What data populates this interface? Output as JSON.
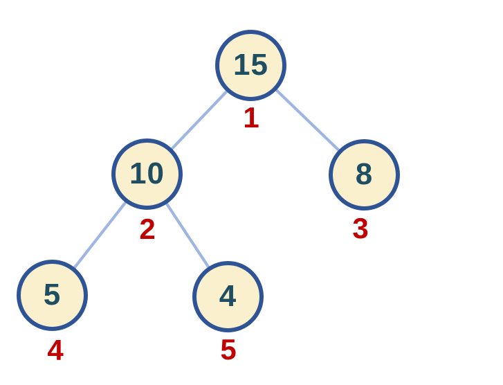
{
  "diagram": {
    "type": "binary-tree",
    "nodes": [
      {
        "value": "15",
        "order": "1"
      },
      {
        "value": "10",
        "order": "2"
      },
      {
        "value": "8",
        "order": "3"
      },
      {
        "value": "5",
        "order": "4"
      },
      {
        "value": "4",
        "order": "5"
      }
    ],
    "edges": [
      {
        "from": "15",
        "to": "10"
      },
      {
        "from": "15",
        "to": "8"
      },
      {
        "from": "10",
        "to": "5"
      },
      {
        "from": "10",
        "to": "4"
      }
    ],
    "colors": {
      "background": "#FFFFFF",
      "node_fill": "#FBF0CD",
      "node_border": "#2F5496",
      "node_text": "#1F4E63",
      "edge_line": "#9FB6E2",
      "order_label": "#C00000"
    }
  }
}
